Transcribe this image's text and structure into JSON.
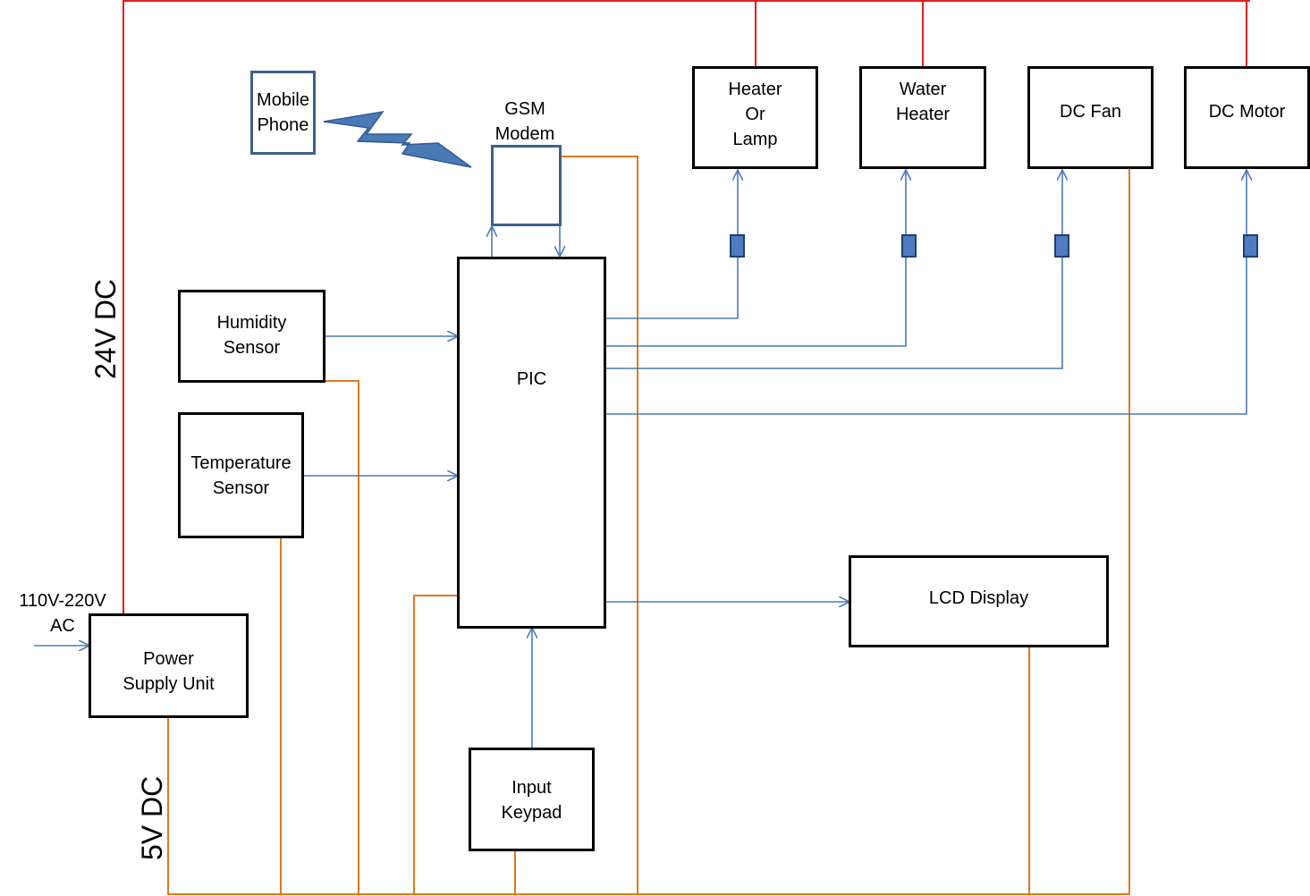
{
  "diagram": {
    "mobile_phone": "Mobile\nPhone",
    "gsm_modem": "GSM\nModem",
    "heater_lamp": "Heater\nOr\nLamp",
    "water_heater": "Water\nHeater",
    "dc_fan": "DC Fan",
    "dc_motor": "DC  Motor",
    "humidity_sensor": "Humidity\nSensor",
    "temperature_sensor": "Temperature\nSensor",
    "pic": "PIC",
    "lcd_display": "LCD Display",
    "power_supply": "Power\nSupply Unit",
    "input_keypad": "Input\nKeypad",
    "ac_input": "110V-220V\nAC",
    "rail_24v": "24V DC",
    "rail_5v": "5V DC"
  },
  "colors": {
    "rail_24v": "#e02020",
    "rail_5v": "#e07a20",
    "signal": "#4a7ab5",
    "box_border": "#000000"
  }
}
